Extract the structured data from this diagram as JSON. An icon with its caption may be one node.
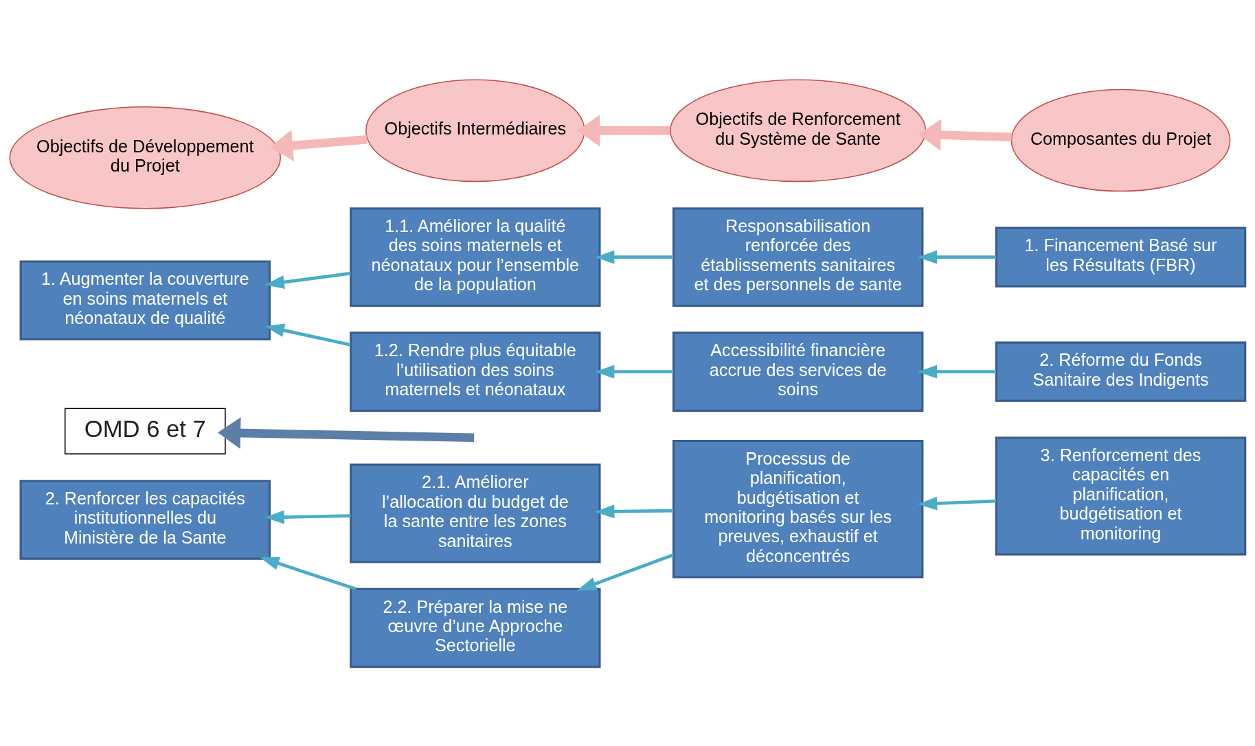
{
  "diagram": {
    "nodes": [
      {
        "text": [
          "Objectifs de Développement du Projet"
        ]
      },
      {
        "text": [
          "Objectifs Intermédiaires"
        ]
      },
      {
        "text": [
          "Objectifs de Renforcement du Système de Sante"
        ]
      },
      {
        "text": [
          "Composantes du Projet"
        ]
      },
      {
        "text": [
          "1. Augmenter la couverture en soins maternels et néonataux de qualité"
        ]
      },
      {
        "text": [
          "1.1. Améliorer la qualité des soins maternels et néonataux pour l’ensemble de la population"
        ]
      },
      {
        "text": [
          "Responsabilisation renforcée des établissements sanitaires et des personnels de sante"
        ]
      },
      {
        "text": [
          "1. Financement Basé sur les Résultats (FBR)"
        ]
      },
      {
        "text": [
          "1.2. Rendre plus équitable l’utilisation des soins maternels et néonataux"
        ]
      },
      {
        "text": [
          "Accessibilité financière accrue des services de soins"
        ]
      },
      {
        "text": [
          "2. Réforme du Fonds Sanitaire des Indigents"
        ]
      },
      {
        "text": [
          "OMD 6 et 7"
        ]
      },
      {
        "text": [
          "2. Renforcer les capacités institutionnelles du Ministère de la Sante"
        ]
      },
      {
        "text": [
          "2.1. Améliorer l’allocation du budget de la sante entre les zones sanitaires"
        ]
      },
      {
        "text": [
          "2.2. Préparer la mise ne œuvre d’une Approche Sectorielle"
        ]
      },
      {
        "text": [
          "Processus de planification, budgétisation et monitoring basés sur les preuves, exhaustif et déconcentrés"
        ]
      },
      {
        "text": [
          "3. Renforcement des capacités en planification, budgétisation et monitoring"
        ]
      }
    ],
    "edges": [
      {
        "from": 1,
        "to": 0,
        "arrow": "to",
        "style": "thick",
        "color": "#f4b8b8"
      },
      {
        "from": 2,
        "to": 1,
        "arrow": "to",
        "style": "thick",
        "color": "#f4b8b8"
      },
      {
        "from": 3,
        "to": 2,
        "arrow": "to",
        "style": "thick",
        "color": "#f4b8b8"
      },
      {
        "from": 7,
        "to": 6,
        "arrow": "to"
      },
      {
        "from": 6,
        "to": 5,
        "arrow": "to"
      },
      {
        "from": 5,
        "to": 4,
        "arrow": "to"
      },
      {
        "from": 8,
        "to": 4,
        "arrow": "to"
      },
      {
        "from": 10,
        "to": 9,
        "arrow": "to"
      },
      {
        "from": 9,
        "to": 8,
        "arrow": "to"
      },
      {
        "from": null,
        "to": 11,
        "arrow": "to",
        "style": "thick",
        "color": "#5b7fa6"
      },
      {
        "from": 16,
        "to": 15,
        "arrow": "to"
      },
      {
        "from": 15,
        "to": 13,
        "arrow": "to"
      },
      {
        "from": 15,
        "to": 14,
        "arrow": "to"
      },
      {
        "from": 13,
        "to": 12,
        "arrow": "to"
      },
      {
        "from": 14,
        "to": 12,
        "arrow": "to"
      }
    ]
  }
}
